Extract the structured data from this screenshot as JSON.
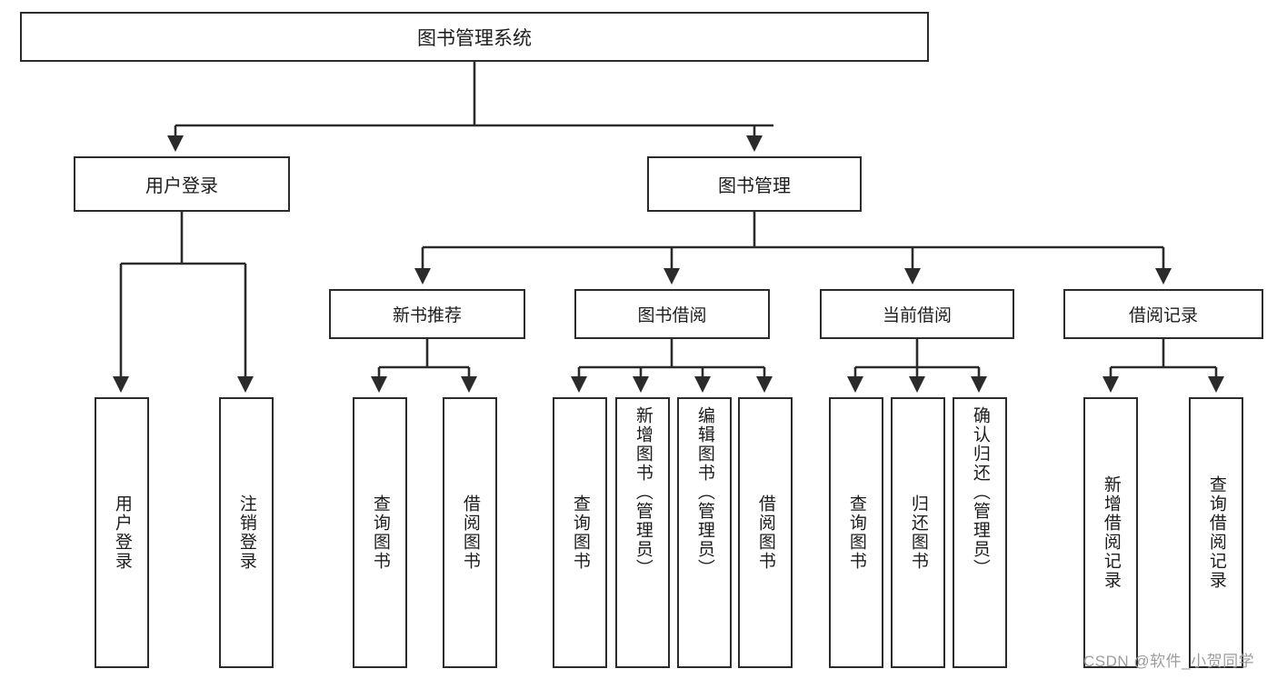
{
  "diagram": {
    "title": "图书管理系统",
    "type": "hierarchy-tree",
    "watermark": "CSDN @软件_小贺同学",
    "colors": {
      "stroke": "#2b2b2b",
      "fill": "#ffffff",
      "text": "#1c1c1c",
      "watermark": "#9d9d9d"
    },
    "root": {
      "label": "图书管理系统"
    },
    "level2": [
      {
        "label": "用户登录"
      },
      {
        "label": "图书管理"
      }
    ],
    "level3": [
      {
        "label": "新书推荐"
      },
      {
        "label": "图书借阅"
      },
      {
        "label": "当前借阅"
      },
      {
        "label": "借阅记录"
      }
    ],
    "leaves": {
      "user_login": [
        {
          "label": "用户登录"
        },
        {
          "label": "注销登录"
        }
      ],
      "new_book_recommend": [
        {
          "label": "查询图书"
        },
        {
          "label": "借阅图书"
        }
      ],
      "book_borrow": [
        {
          "label": "查询图书"
        },
        {
          "label": "新增图书（管理员）"
        },
        {
          "label": "编辑图书（管理员）"
        },
        {
          "label": "借阅图书"
        }
      ],
      "current_borrow": [
        {
          "label": "查询图书"
        },
        {
          "label": "归还图书"
        },
        {
          "label": "确认归还（管理员）"
        }
      ],
      "borrow_record": [
        {
          "label": "新增借阅记录"
        },
        {
          "label": "查询借阅记录"
        }
      ]
    }
  }
}
